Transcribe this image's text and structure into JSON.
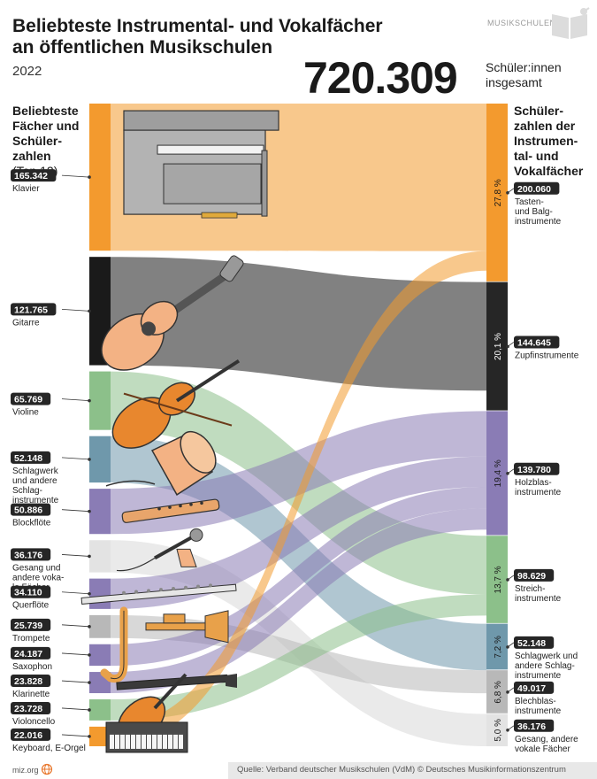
{
  "header": {
    "title_line1": "Beliebteste Instrumental- und Vokalfächer",
    "title_line2": "an öffentlichen Musikschulen",
    "year": "2022",
    "brand": "MUSIKSCHULEN"
  },
  "total": {
    "value": "720.309",
    "label_line1": "Schüler:innen",
    "label_line2": "insgesamt"
  },
  "left_heading": [
    "Beliebteste",
    "Fächer und",
    "Schüler-",
    "zahlen",
    "(Top 12)"
  ],
  "right_heading": [
    "Schüler-",
    "zahlen der",
    "Instrumen-",
    "tal- und",
    "Vokalfächer"
  ],
  "footer": {
    "site": "miz.org",
    "source": "Quelle: Verband deutscher Musikschulen (VdM) © Deutsches Musikinformationszentrum"
  },
  "chart_data": {
    "type": "sankey",
    "total": 720309,
    "sources": [
      {
        "label": [
          "Klavier"
        ],
        "value": "165.342",
        "n": 165342,
        "target": 0,
        "color": "#f39a2e"
      },
      {
        "label": [
          "Gitarre"
        ],
        "value": "121.765",
        "n": 121765,
        "target": 1,
        "color": "#1a1a1a"
      },
      {
        "label": [
          "Violine"
        ],
        "value": "65.769",
        "n": 65769,
        "target": 3,
        "color": "#8cc08a"
      },
      {
        "label": [
          "Schlagwerk",
          "und andere",
          "Schlag-",
          "instrumente"
        ],
        "value": "52.148",
        "n": 52148,
        "target": 4,
        "color": "#6f98ab"
      },
      {
        "label": [
          "Blockflöte"
        ],
        "value": "50.886",
        "n": 50886,
        "target": 2,
        "color": "#8a7cb5"
      },
      {
        "label": [
          "Gesang und",
          "andere voka-",
          "le Fächer"
        ],
        "value": "36.176",
        "n": 36176,
        "target": 6,
        "color": "#e3e3e3"
      },
      {
        "label": [
          "Querflöte"
        ],
        "value": "34.110",
        "n": 34110,
        "target": 2,
        "color": "#8a7cb5"
      },
      {
        "label": [
          "Trompete"
        ],
        "value": "25.739",
        "n": 25739,
        "target": 5,
        "color": "#b8b8b8"
      },
      {
        "label": [
          "Saxophon"
        ],
        "value": "24.187",
        "n": 24187,
        "target": 2,
        "color": "#8a7cb5"
      },
      {
        "label": [
          "Klarinette"
        ],
        "value": "23.828",
        "n": 23828,
        "target": 2,
        "color": "#8a7cb5"
      },
      {
        "label": [
          "Violoncello"
        ],
        "value": "23.728",
        "n": 23728,
        "target": 3,
        "color": "#8cc08a"
      },
      {
        "label": [
          "Keyboard, E-Orgel"
        ],
        "value": "22.016",
        "n": 22016,
        "target": 0,
        "color": "#f39a2e"
      }
    ],
    "targets": [
      {
        "label": [
          "Tasten-",
          "und Balg-",
          "instrumente"
        ],
        "value": "200.060",
        "n": 200060,
        "pct": "27,8 %",
        "color": "#f39a2e"
      },
      {
        "label": [
          "Zupfinstrumente"
        ],
        "value": "144.645",
        "n": 144645,
        "pct": "20,1 %",
        "color": "#262626"
      },
      {
        "label": [
          "Holzblas-",
          "instrumente"
        ],
        "value": "139.780",
        "n": 139780,
        "pct": "19,4 %",
        "color": "#8a7cb5"
      },
      {
        "label": [
          "Streich-",
          "instrumente"
        ],
        "value": "98.629",
        "n": 98629,
        "pct": "13,7 %",
        "color": "#8cc08a"
      },
      {
        "label": [
          "Schlagwerk und",
          "andere Schlag-",
          "instrumente"
        ],
        "value": "52.148",
        "n": 52148,
        "pct": "7,2 %",
        "color": "#6f98ab"
      },
      {
        "label": [
          "Blechblas-",
          "instrumente"
        ],
        "value": "49.017",
        "n": 49017,
        "pct": "6,8 %",
        "color": "#b8b8b8"
      },
      {
        "label": [
          "Gesang, andere",
          "vokale Fächer"
        ],
        "value": "36.176",
        "n": 36176,
        "pct": "5,0 %",
        "color": "#e3e3e3"
      }
    ],
    "icons": [
      "piano-icon",
      "guitar-icon",
      "violin-icon",
      "drum-icon",
      "recorder-icon",
      "microphone-icon",
      "flute-icon",
      "trumpet-icon",
      "saxophone-icon",
      "clarinet-icon",
      "cello-icon",
      "keyboard-icon"
    ]
  }
}
